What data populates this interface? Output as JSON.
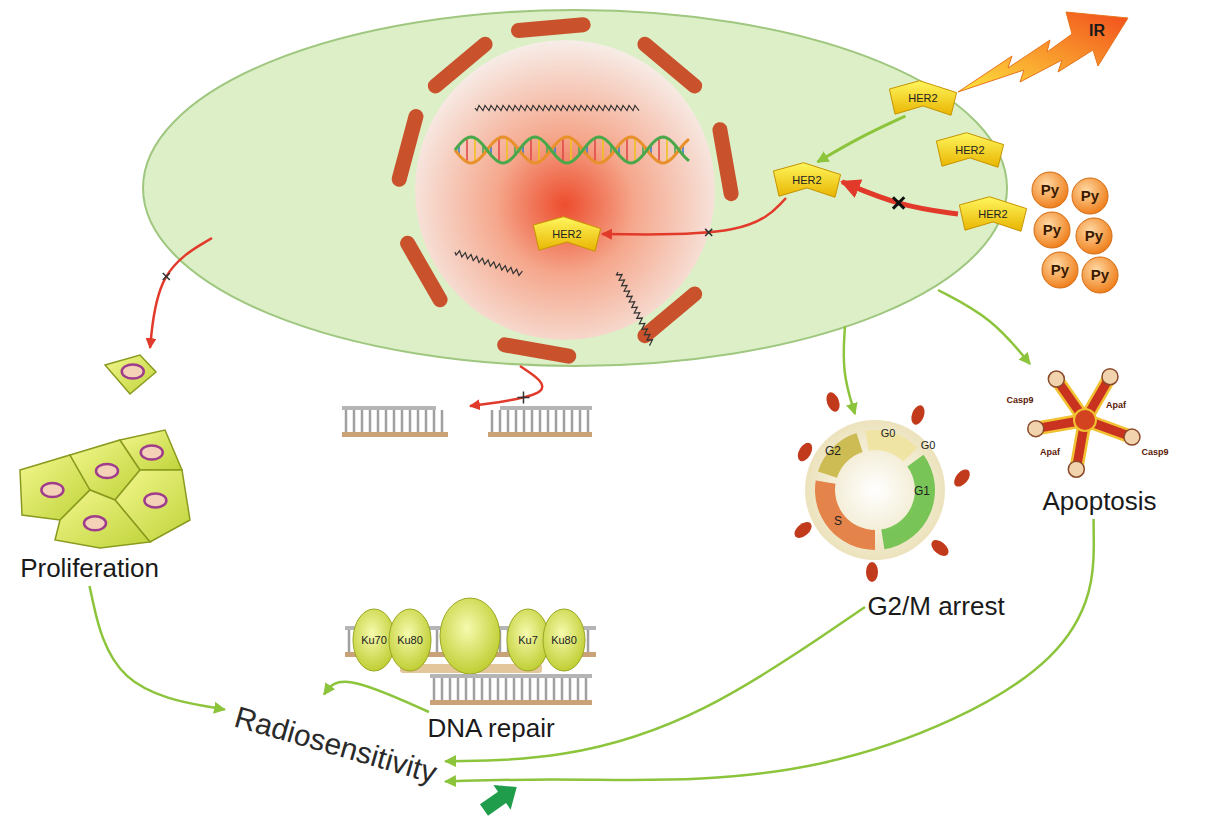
{
  "diagram": {
    "nodes": [
      {
        "text": [
          "IR"
        ]
      },
      {
        "text": [
          "HER2"
        ]
      },
      {
        "text": [
          "HER2"
        ]
      },
      {
        "text": [
          "HER2"
        ]
      },
      {
        "text": [
          "HER2"
        ]
      },
      {
        "text": [
          "HER2"
        ]
      },
      {
        "text": [
          "Py"
        ]
      },
      {
        "text": [
          "Py"
        ]
      },
      {
        "text": [
          "Py"
        ]
      },
      {
        "text": [
          "Py"
        ]
      },
      {
        "text": [
          "Py"
        ]
      },
      {
        "text": [
          "Py"
        ]
      },
      {
        "text": [
          "Proliferation"
        ]
      },
      {
        "text": [
          "Ku70"
        ]
      },
      {
        "text": [
          "Ku80"
        ]
      },
      {
        "text": [
          "Ku7"
        ]
      },
      {
        "text": [
          "Ku80"
        ]
      },
      {
        "text": [
          "DNA repair"
        ]
      },
      {
        "text": [
          "G2/M arrest"
        ]
      },
      {
        "text": [
          "Apoptosis"
        ]
      },
      {
        "text": [
          "Radiosensitivity"
        ]
      }
    ],
    "edges": [
      {
        "from": 1,
        "to": 3,
        "arrow": "to"
      },
      {
        "from": 5,
        "to": 3,
        "arrow": "to"
      },
      {
        "from": 3,
        "to": 4,
        "arrow": "to"
      },
      {
        "from": 12,
        "to": 20,
        "arrow": "to"
      },
      {
        "from": 17,
        "to": 20,
        "arrow": "to"
      },
      {
        "from": 18,
        "to": 20,
        "arrow": "to"
      },
      {
        "from": 19,
        "to": 20,
        "arrow": "to"
      }
    ],
    "labels": [
      "G2",
      "G0",
      "G0",
      "G1",
      "S",
      "Apaf",
      "Apaf",
      "Casp9",
      "Casp9"
    ]
  }
}
